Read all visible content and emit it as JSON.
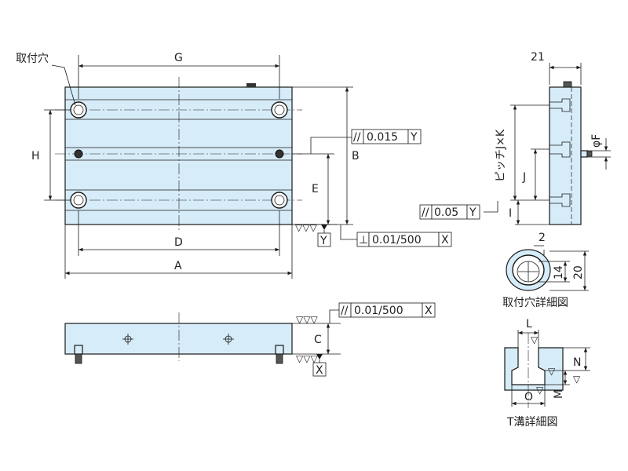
{
  "front_view": {
    "mounting_hole_label": "取付穴",
    "dim_G": "G",
    "dim_H": "H",
    "dim_B": "B",
    "dim_E": "E",
    "dim_D": "D",
    "dim_A": "A",
    "tol_parallel_Y": {
      "symbol": "//",
      "value": "0.015",
      "datum": "Y"
    },
    "tol_perp_X": {
      "symbol": "⊥",
      "value": "0.01/500",
      "datum": "X"
    },
    "datum_Y": "Y"
  },
  "bottom_view": {
    "dim_C": "C",
    "tol_parallel_X": {
      "symbol": "//",
      "value": "0.01/500",
      "datum": "X"
    },
    "datum_X": "X"
  },
  "side_view": {
    "dim_21": "21",
    "dim_pitch": "ピッチJ×K",
    "dim_J": "J",
    "dim_I": "I",
    "dim_F": "φF",
    "tol_parallel_Y": {
      "symbol": "//",
      "value": "0.05",
      "datum": "Y"
    }
  },
  "hole_detail": {
    "dim_2": "2",
    "dim_14": "14",
    "dim_20": "20",
    "caption": "取付穴詳細図"
  },
  "tslot_detail": {
    "dim_L": "L",
    "dim_N": "N",
    "dim_M": "M",
    "dim_O": "O",
    "caption": "T溝詳細図"
  },
  "colors": {
    "part_fill": "#d6ecf8",
    "line": "#1a1a1a"
  }
}
